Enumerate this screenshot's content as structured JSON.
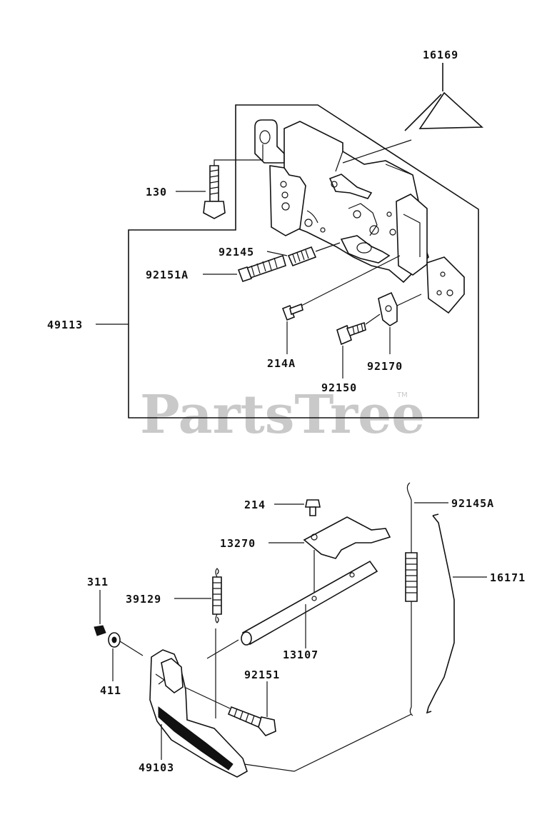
{
  "watermark": {
    "text": "PartsTree",
    "tm": "TM"
  },
  "labels": {
    "p16169": "16169",
    "p130": "130",
    "p92145": "92145",
    "p92151A": "92151A",
    "p49113": "49113",
    "p214A": "214A",
    "p92170": "92170",
    "p92150": "92150",
    "p214": "214",
    "p92145A": "92145A",
    "p13270": "13270",
    "p16171": "16171",
    "p311": "311",
    "p39129": "39129",
    "p411": "411",
    "p13107": "13107",
    "p92151": "92151",
    "p49103": "49103"
  }
}
